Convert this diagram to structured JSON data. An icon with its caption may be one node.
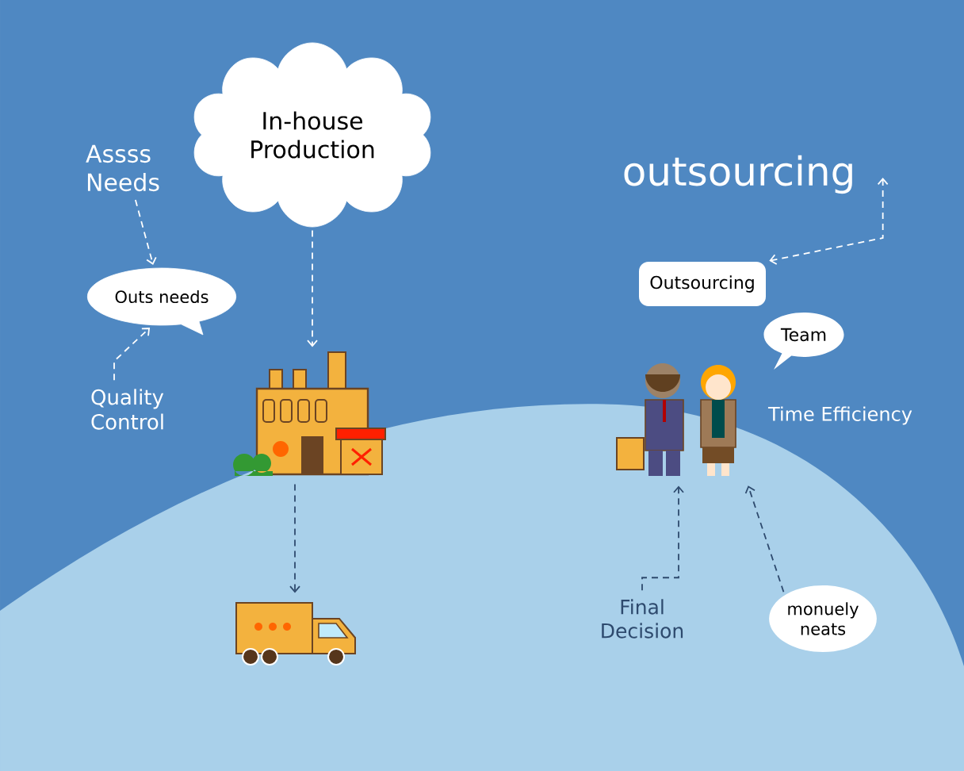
{
  "diagram": {
    "nodes": [
      {
        "text": [
          "Assss Needs"
        ]
      },
      {
        "text": [
          "In-house Production"
        ]
      },
      {
        "text": [
          "Outs needs"
        ]
      },
      {
        "text": [
          "Quality Control"
        ]
      },
      {
        "text": [],
        "shape": "picture"
      },
      {
        "text": [],
        "shape": "picture"
      },
      {
        "text": [
          "outsourcing"
        ]
      },
      {
        "text": [
          "Outsourcing"
        ]
      },
      {
        "text": [
          "Team"
        ]
      },
      {
        "text": [],
        "shape": "picture"
      },
      {
        "text": [
          "Final Decision"
        ]
      },
      {
        "text": [
          "monuely neats"
        ]
      }
    ],
    "edges": [
      {
        "from": 0,
        "to": 2,
        "arrow": "to"
      },
      {
        "from": 1,
        "to": 4,
        "arrow": "to"
      },
      {
        "from": 3,
        "to": 2,
        "arrow": "to"
      },
      {
        "from": 4,
        "to": 5,
        "arrow": "to",
        "color": "#2e4a6e"
      },
      {
        "from": 7,
        "to": 6,
        "arrow": "both"
      },
      {
        "from": 10,
        "to": 9,
        "arrow": "to",
        "color": "#2e4a6e"
      },
      {
        "from": 11,
        "to": 9,
        "arrow": "to",
        "color": "#2e4a6e"
      }
    ],
    "labels": [
      "Time Efficiency"
    ]
  }
}
